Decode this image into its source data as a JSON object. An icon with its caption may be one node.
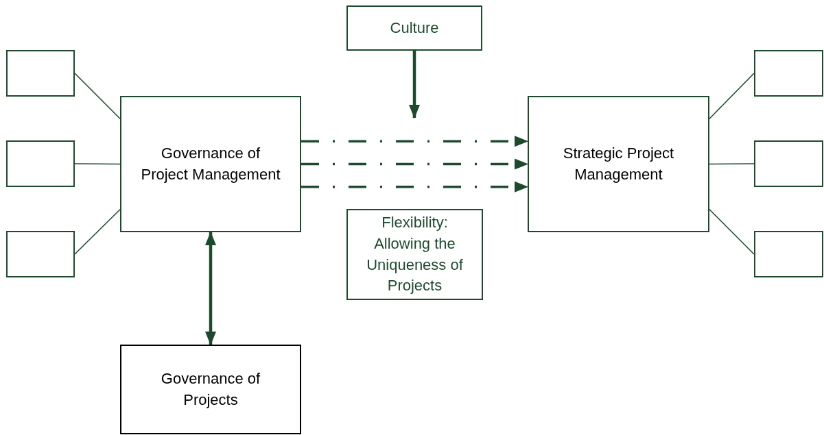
{
  "diagram": {
    "nodes": [
      {
        "text": [
          "Culture"
        ]
      },
      {
        "text": [
          "Governance of Project Management"
        ]
      },
      {
        "text": [
          "Strategic Project Management"
        ]
      },
      {
        "text": [
          "Flexibility: Allowing the Uniqueness of Projects"
        ]
      },
      {
        "text": [
          "Governance of Projects"
        ]
      },
      {
        "text": [],
        "shape": "box"
      },
      {
        "text": [],
        "shape": "box"
      },
      {
        "text": [],
        "shape": "box"
      },
      {
        "text": [],
        "shape": "box"
      },
      {
        "text": [],
        "shape": "box"
      },
      {
        "text": [],
        "shape": "box"
      }
    ],
    "edges": [
      {
        "from": 0,
        "to": null,
        "arrow": "to",
        "style": "thick"
      },
      {
        "from": 1,
        "to": 2,
        "arrow": "to",
        "style": "dashed"
      },
      {
        "from": 1,
        "to": 2,
        "arrow": "to",
        "style": "dashed"
      },
      {
        "from": 1,
        "to": 2,
        "arrow": "to",
        "style": "dashed"
      },
      {
        "from": 1,
        "to": 4,
        "arrow": "both",
        "style": "thick"
      },
      {
        "from": 5,
        "to": 1,
        "arrow": "none"
      },
      {
        "from": 6,
        "to": 1,
        "arrow": "none"
      },
      {
        "from": 7,
        "to": 1,
        "arrow": "none"
      },
      {
        "from": 2,
        "to": 8,
        "arrow": "none"
      },
      {
        "from": 2,
        "to": 9,
        "arrow": "none"
      },
      {
        "from": 2,
        "to": 10,
        "arrow": "none"
      }
    ]
  }
}
